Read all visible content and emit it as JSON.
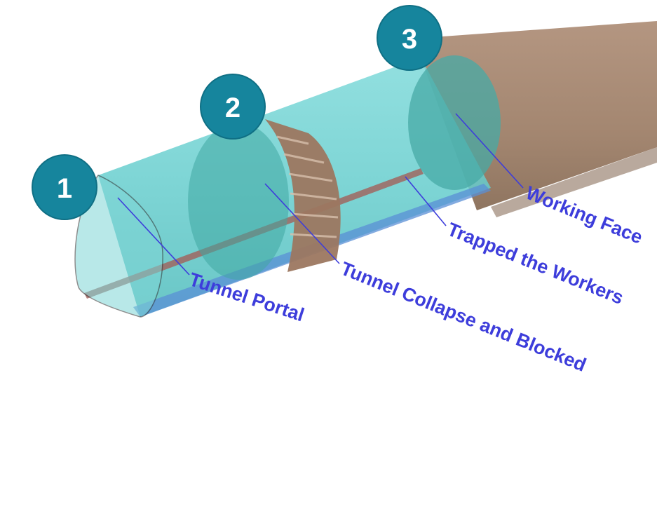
{
  "callouts": [
    {
      "number": "1",
      "label": "Tunnel Portal"
    },
    {
      "number": "2",
      "label": "Tunnel Collapse and Blocked"
    },
    {
      "number": "3",
      "label": "Working Face"
    },
    {
      "number": "",
      "label": "Trapped the Workers"
    }
  ],
  "colors": {
    "tunnel_lining": "#6fd0d0",
    "rock": "#a88a73",
    "collapse_debris": "#9c7760",
    "badge_fill": "#16859d",
    "badge_text": "#ffffff",
    "leader_text": "#3d3ddb"
  }
}
